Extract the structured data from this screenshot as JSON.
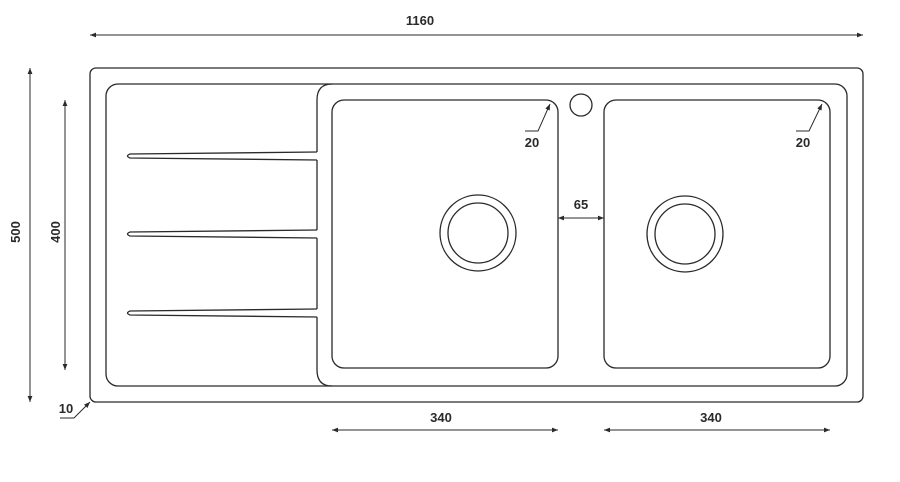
{
  "title": "Double bowl sink with drainboard - top view",
  "dimensions": {
    "overall_width": "1160",
    "overall_depth": "500",
    "inner_depth": "400",
    "bowl_left_width": "340",
    "bowl_right_width": "340",
    "bowl_gap": "65",
    "corner_radius_left": "20",
    "corner_radius_right": "20",
    "rim_radius": "10"
  }
}
